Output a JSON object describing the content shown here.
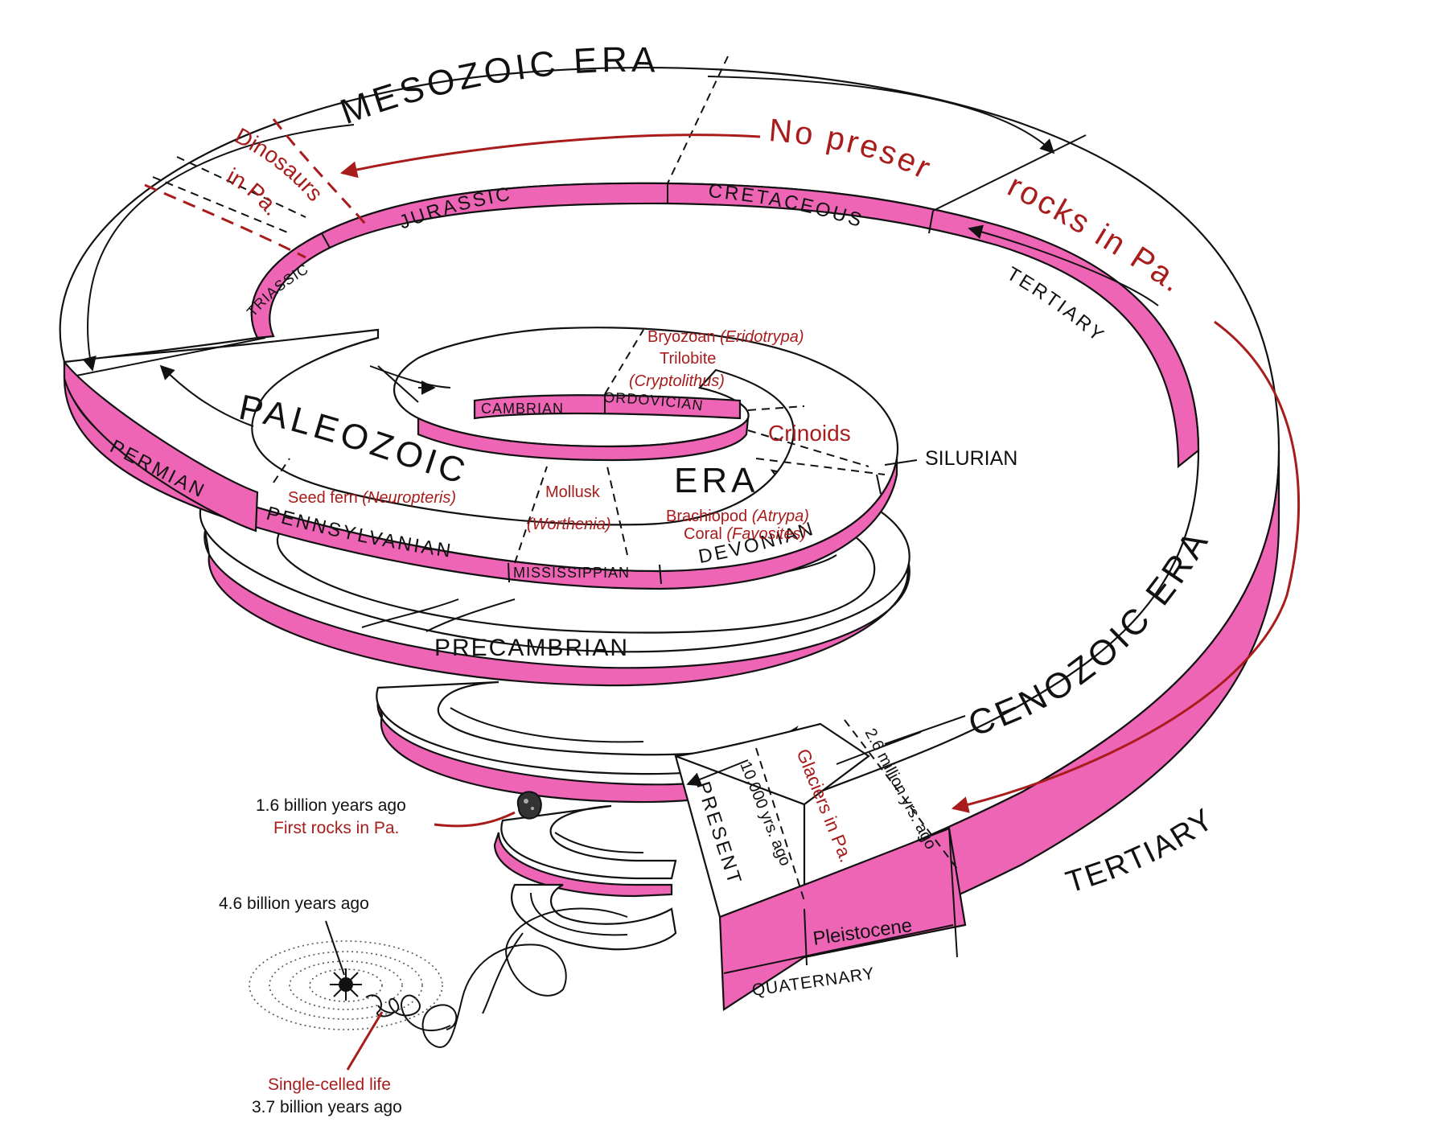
{
  "eras": {
    "mesozoic": "MESOZOIC ERA",
    "paleozoic_1": "PALEOZOIC",
    "paleozoic_2": "ERA",
    "cenozoic": "CENOZOIC ERA"
  },
  "periods": {
    "triassic": "TRIASSIC",
    "jurassic": "JURASSIC",
    "cretaceous": "CRETACEOUS",
    "tertiary_upper": "TERTIARY",
    "tertiary_lower": "TERTIARY",
    "permian": "PERMIAN",
    "pennsylvanian": "PENNSYLVANIAN",
    "mississippian": "MISSISSIPPIAN",
    "devonian": "DEVONIAN",
    "silurian": "SILURIAN",
    "ordovician": "ORDOVICIAN",
    "cambrian": "CAMBRIAN",
    "precambrian": "PRECAMBRIAN",
    "quaternary": "QUATERNARY",
    "pleistocene": "Pleistocene",
    "present": "PRESENT"
  },
  "annotations": {
    "no_preserved_1": "No preserved",
    "no_preserved_2": "rocks in Pa.",
    "dinosaurs_1": "Dinosaurs",
    "dinosaurs_2": "in Pa.",
    "bryozoan_1": "Bryozoan",
    "bryozoan_2": "(Eridotrypa)",
    "trilobite_1": "Trilobite",
    "trilobite_2": "(Cryptolithus)",
    "crinoids": "Crinoids",
    "seed_fern_1": "Seed fern",
    "seed_fern_2": "(Neuropteris)",
    "mollusk_1": "Mollusk",
    "mollusk_2": "(Worthenia)",
    "brachiopod_1": "Brachiopod",
    "brachiopod_2": "(Atrypa)",
    "coral_1": "Coral",
    "coral_2": "(Favosites)",
    "glaciers": "Glaciers in Pa.",
    "ten_thousand": "10,000 yrs. ago",
    "two_six_million": "2.6 million yrs. ago",
    "first_rocks_time": "1.6 billion years ago",
    "first_rocks": "First rocks in Pa.",
    "earth_time": "4.6 billion years ago",
    "single_celled": "Single-celled life",
    "single_celled_time": "3.7 billion years ago"
  },
  "colors": {
    "band_pink": "#ee65b5",
    "annotation_red": "#a81c1c",
    "line_black": "#111111"
  }
}
